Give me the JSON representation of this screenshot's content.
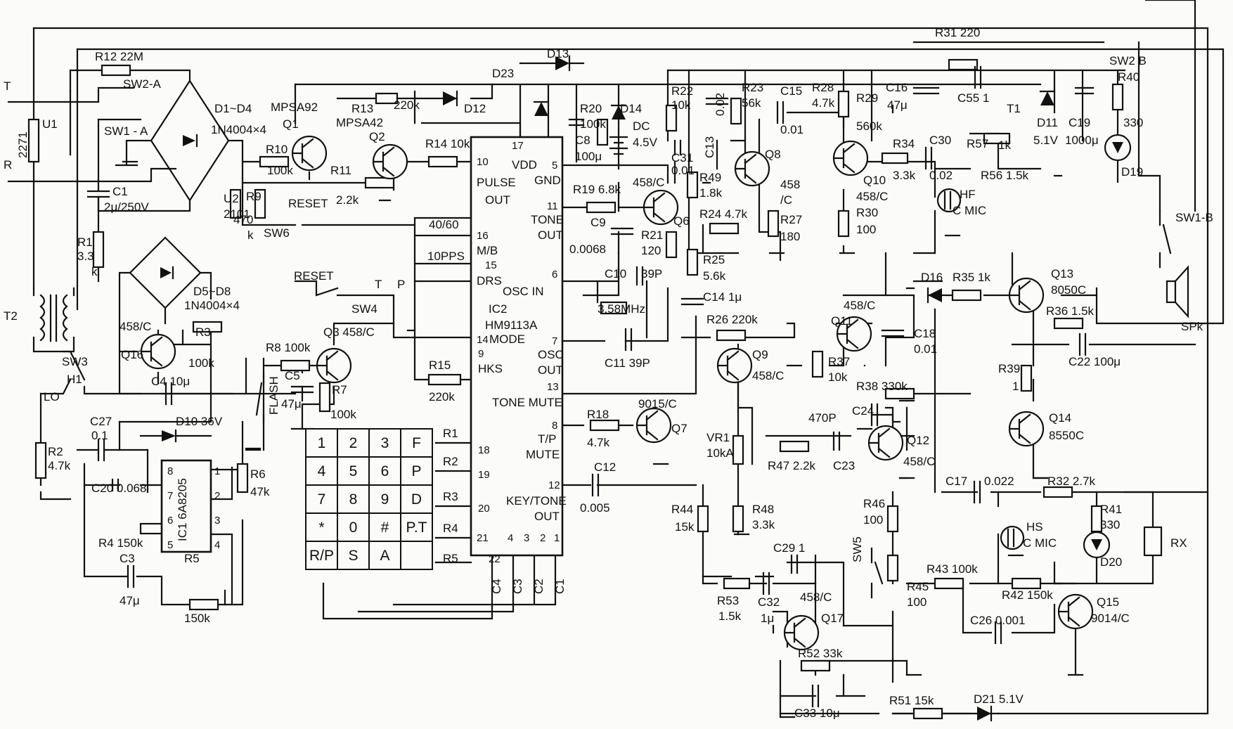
{
  "terminals": {
    "t": "T",
    "r": "R",
    "lo": "LO"
  },
  "labels": {
    "r12": "R12 22M",
    "sw2a": "SW2-A",
    "sw1a": "SW1 - A",
    "u1": "U1",
    "u1v": "2271",
    "c1": "C1",
    "c1v": "2μ/250V",
    "r1": "R1",
    "r1v": "3.3",
    "r1k": "k",
    "t2": "T2",
    "d1d4": "D1~D4",
    "d1d4v": "1N4004×4",
    "q1": "Q1",
    "q1t": "MPSA92",
    "r10": "R10",
    "r10v": "100k",
    "r11": "R11",
    "r11v": "2.2k",
    "q2": "Q2",
    "q2t": "MPSA42",
    "r13": "R13",
    "r13v": "220k",
    "d12": "D12",
    "d23": "D23",
    "d13": "D13",
    "r31": "R31 220",
    "u2": "U2",
    "u2v": "2101",
    "r9": "R9",
    "r9v": "470",
    "r9k": "k",
    "reset1": "RESET",
    "sw6": "SW6",
    "reset2": "RESET",
    "d5d8": "D5~D8",
    "d5d8v": "1N4004×4",
    "q16": "Q16",
    "q16t": "458/C",
    "r3": "R3",
    "r3v": "100k",
    "sw3": "SW3",
    "h1": "H1",
    "c4": "C4 10μ",
    "d10": "D10 36V",
    "r2": "R2",
    "r2v": "4.7k",
    "c27": "C27",
    "c27v": "0.1",
    "r6": "R6",
    "r6v": "47k",
    "c20": "C20 0.068",
    "r4": "R4 150k",
    "ic1": "IC1 6A8205",
    "c3": "C3",
    "c3v": "47μ",
    "r5": "R5",
    "r5v": "150k",
    "r8": "R8 100k",
    "q3": "Q3 458/C",
    "flash": "FLASH",
    "c5": "C5",
    "c5v": "47μ",
    "r7": "R7",
    "r7v": "100k",
    "sw4": "SW4",
    "p": "P",
    "t": "T",
    "r14": "R14 10k",
    "r15": "R15",
    "r15v": "220k",
    "pps": "10PPS",
    "ratio": "40/60",
    "r20": "R20",
    "r20v": "100k",
    "d14": "D14",
    "dc": "DC",
    "dcv": "4.5V",
    "c8": "C8",
    "c8v": "100μ",
    "r22": "R22",
    "r22v": "10k",
    "c31": "C31",
    "c31v": "0.01",
    "c13": "C13",
    "c13v": "0.02",
    "r23": "R23",
    "r23v": "56k",
    "c15": "C15",
    "c15v": "0.01",
    "q8": "Q8",
    "q8t": "458",
    "q8t2": "/C",
    "r27": "R27",
    "r27v": "180",
    "r49": "R49",
    "r49v": "1.8k",
    "r24": "R24 4.7k",
    "r19": "R19 6.8k",
    "q6t": "458/C",
    "q6": "Q6",
    "c9": "C9",
    "c9v": "0.0068",
    "r21": "R21",
    "r21v": "120",
    "c10": "C10",
    "c10v": "39P",
    "xtal": "3.58MHz",
    "c11": "C11 39P",
    "r25": "R25",
    "r25v": "5.6k",
    "c14": "C14 1μ",
    "r26": "R26 220k",
    "q9": "Q9",
    "q9t": "458/C",
    "r18": "R18",
    "r18v": "4.7k",
    "q7t": "9015/C",
    "q7": "Q7",
    "c12": "C12",
    "c12v": "0.005",
    "r28": "R28",
    "r28v": "4.7k",
    "r29": "R29",
    "r29v": "560k",
    "c16": "C16",
    "c16v": "47μ",
    "c55": "C55 1",
    "t1": "T1",
    "q10": "Q10",
    "q10t": "458/C",
    "r30": "R30",
    "r30v": "100",
    "r34": "R34",
    "r34v": "3.3k",
    "c30": "C30",
    "c30v": "0.02",
    "r57": "R57",
    "r57v": "1k",
    "r56": "R56 1.5k",
    "hf": "HF",
    "hfv": "C MIC",
    "d11": "D11",
    "d11v": "5.1V",
    "c19": "C19",
    "c19v": "1000μ",
    "sw2b": "SW2 B",
    "r40": "R40",
    "r40v": "330",
    "d19": "D19",
    "sw1b": "SW1-B",
    "d16": "D16",
    "r35": "R35 1k",
    "q13": "Q13",
    "q13t": "8050C",
    "spk": "SPk",
    "r36": "R36 1.5k",
    "c22": "C22 100μ",
    "r39": "R39",
    "r39v": "1",
    "q14": "Q14",
    "q14t": "8550C",
    "q11t": "458/C",
    "q11": "Q11",
    "c18": "C18",
    "c18v": "0.01",
    "r37": "R37",
    "r37v": "10k",
    "r38": "R38 330k",
    "c24": "C24",
    "c470": "470P",
    "q12": "Q12",
    "q12t": "458/C",
    "vr1": "VR1",
    "vr1v": "10kA",
    "r47": "R47 2.2k",
    "c23": "C23",
    "c17": "C17",
    "c17v": "0.022",
    "r32": "R32 2.7k",
    "r48": "R48",
    "r48v": "3.3k",
    "r44": "R44",
    "r44v": "15k",
    "r46": "R46",
    "r46v": "100",
    "r41": "R41",
    "r41v": "330",
    "hs": "HS",
    "hsv": "C MIC",
    "d20": "D20",
    "rx": "RX",
    "sw5": "SW5",
    "c29": "C29 1",
    "r43": "R43 100k",
    "r45": "R45",
    "r45v": "100",
    "r53": "R53",
    "r53v": "1.5k",
    "c32": "C32",
    "c32v": "1μ",
    "q17t": "458/C",
    "q17": "Q17",
    "r52": "R52 33k",
    "r42": "R42 150k",
    "q15": "Q15",
    "q15t": "9014/C",
    "c26": "C26 0.001",
    "c33": "C33 10μ",
    "r51": "R51 15k",
    "d21": "D21 5.1V"
  },
  "ic2": {
    "name": "IC2",
    "part": "HM9113A",
    "pins": {
      "p17": "17",
      "vdd": "VDD",
      "p10": "10",
      "pulse": "PULSE",
      "out": "OUT",
      "p5": "5",
      "gnd": "GND",
      "p11": "11",
      "tone": "TONE",
      "tout": "OUT",
      "p16": "16",
      "mb": "M/B",
      "p15": "15",
      "drs": "DRS",
      "p6": "6",
      "osc_in": "OSC IN",
      "p14": "14",
      "mode": "MODE",
      "p7": "7",
      "osc": "OSC",
      "oout": "OUT",
      "p9": "9",
      "hks": "HKS",
      "p13": "13",
      "tone_mute": "TONE MUTE",
      "p8": "8",
      "tp": "T/P",
      "mute": "MUTE",
      "p18": "18",
      "p19": "19",
      "p20": "20",
      "p21": "21",
      "p12": "12",
      "key_tone": "KEY/TONE",
      "ktout": "OUT",
      "p22": "22",
      "p4": "4",
      "p3": "3",
      "p2": "2",
      "p1": "1"
    }
  },
  "ic1_pins": {
    "p8": "8",
    "p7": "7",
    "p6": "6",
    "p5": "5",
    "p1": "1",
    "p2": "2",
    "p3": "3",
    "p4": "4"
  },
  "rows": {
    "r1": "R1",
    "r2": "R2",
    "r3": "R3",
    "r4": "R4",
    "r5": "R5"
  },
  "cols": {
    "c1": "C1",
    "c2": "C2",
    "c3": "C3",
    "c4": "C4"
  },
  "keypad": [
    [
      "1",
      "2",
      "3",
      "F"
    ],
    [
      "4",
      "5",
      "6",
      "P"
    ],
    [
      "7",
      "8",
      "9",
      "D"
    ],
    [
      "*",
      "0",
      "#",
      "P.T"
    ],
    [
      "R/P",
      "S",
      "A",
      ""
    ]
  ]
}
